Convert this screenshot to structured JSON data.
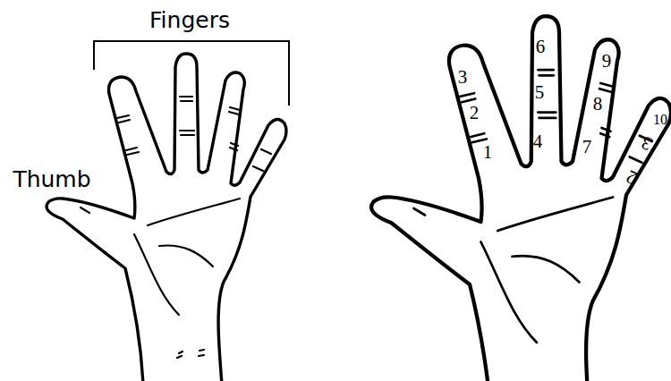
{
  "diagram": {
    "labels": [
      "Fingers",
      "Thumb",
      "3",
      "2",
      "1",
      "6",
      "5",
      "4",
      "9",
      "8",
      "7",
      "10",
      "3",
      "2"
    ]
  }
}
